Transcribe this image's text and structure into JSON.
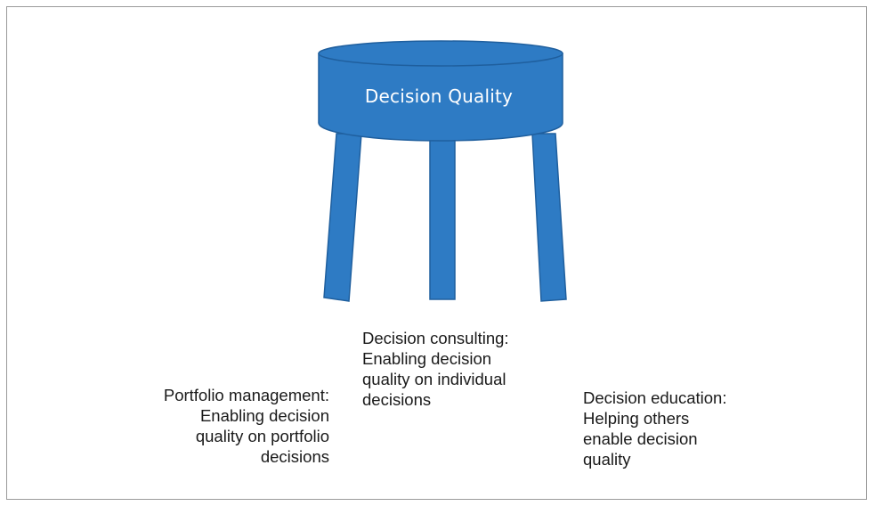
{
  "diagram": {
    "seat_label": "Decision Quality",
    "colors": {
      "stool_fill": "#2e7bc4",
      "stool_stroke": "#1f5f9e",
      "seat_text": "#ffffff"
    },
    "legs": [
      {
        "name": "left",
        "lines": [
          "Portfolio management:",
          "Enabling decision",
          "quality on portfolio",
          "decisions"
        ]
      },
      {
        "name": "middle",
        "lines": [
          "Decision consulting:",
          "Enabling decision",
          "quality on individual",
          "decisions"
        ]
      },
      {
        "name": "right",
        "lines": [
          "Decision education:",
          "Helping others",
          "enable decision",
          "quality"
        ]
      }
    ]
  }
}
